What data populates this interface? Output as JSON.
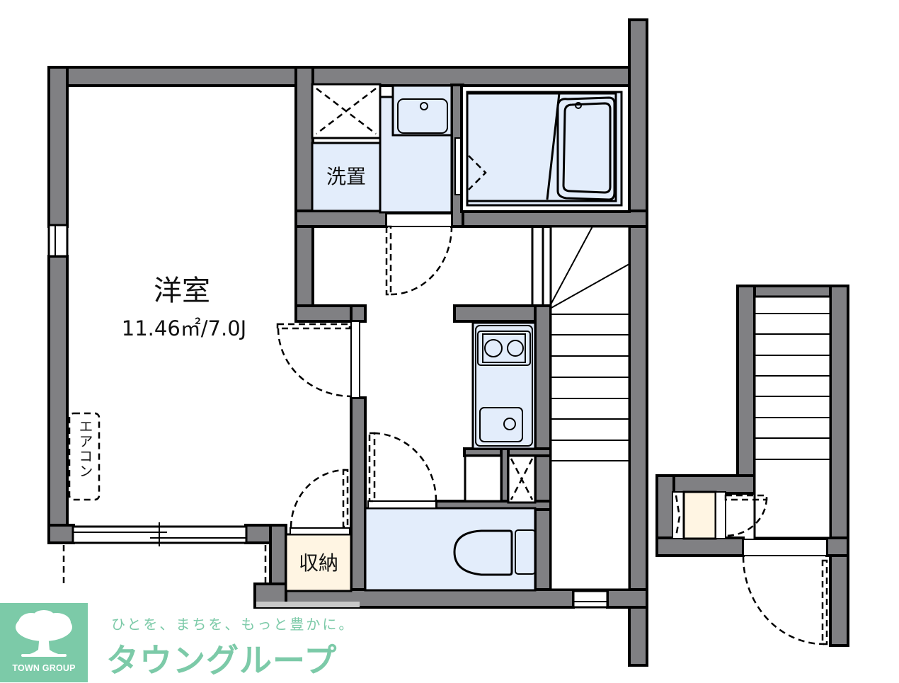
{
  "floor_plan": {
    "rooms": [
      {
        "id": "western-room",
        "label": "洋室",
        "area": "11.46㎡/7.0J"
      },
      {
        "id": "washer-space",
        "label": "洗置"
      },
      {
        "id": "closet",
        "label": "収納"
      },
      {
        "id": "aircon",
        "label": "エアコン"
      }
    ],
    "fixtures": [
      "washbasin",
      "bathtub",
      "unit-bath",
      "kitchen-stove-2-burner",
      "kitchen-sink",
      "toilet",
      "stairs-main",
      "stairs-entry",
      "shoe-box"
    ],
    "colors": {
      "wall": "#808083",
      "wet_area": "#e3edfb",
      "storage": "#fff5e3",
      "brand": "#7ccaa8"
    }
  },
  "branding": {
    "logo_text": "TOWN GROUP",
    "tagline": "ひとを、まちを、もっと豊かに。",
    "company_name": "タウングループ"
  }
}
